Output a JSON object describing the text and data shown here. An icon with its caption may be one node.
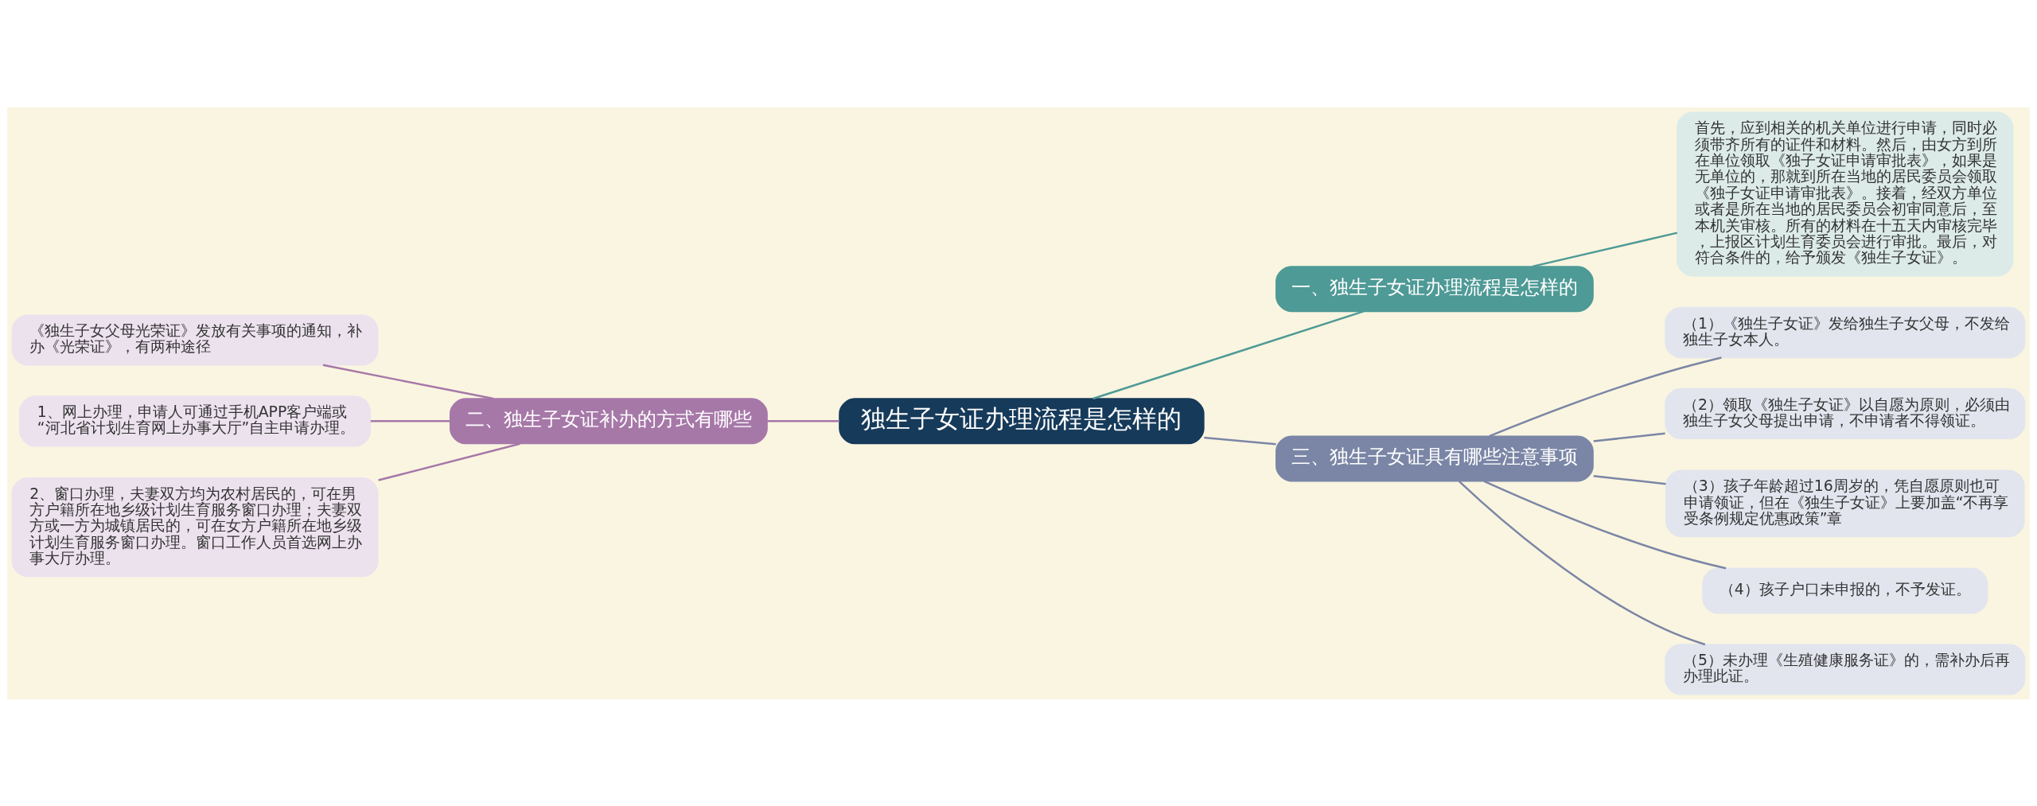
{
  "diagram": {
    "nodes": [
      {
        "text": [
          "独生子女证办理流程是怎样的"
        ]
      },
      {
        "text": [
          "一、独生子女证办理流程是怎样的"
        ]
      },
      {
        "text": [
          "首先，应到相关的机关单位进行申请，同时必须带齐所有的证件和材料。然后，由女方到所在单位领取《独子女证申请审批表》，如果是无单位的，那就到所在当地的居民委员会领取《独子女证申请审批表》。接着，经双方单位或者是所在当地的居民委员会初审同意后，至本机关审核。所有的材料在十五天内审核完毕，上报区计划生育委员会进行审批。最后，对符合条件的，给予颁发《独生子女证》。"
        ]
      },
      {
        "text": [
          "二、独生子女证补办的方式有哪些"
        ]
      },
      {
        "text": [
          "《独生子女父母光荣证》发放有关事项的通知，补办《光荣证》，有两种途径"
        ]
      },
      {
        "text": [
          "1、网上办理，申请人可通过手机APP客户端或“河北省计划生育网上办事大厅”自主申请办理。"
        ]
      },
      {
        "text": [
          "2、窗口办理，夫妻双方均为农村居民的，可在男方户籍所在地乡级计划生育服务窗口办理；夫妻双方或一方为城镇居民的，可在女方户籍所在地乡级计划生育服务窗口办理。窗口工作人员首选网上办事大厅办理。"
        ]
      },
      {
        "text": [
          "三、独生子女证具有哪些注意事项"
        ]
      },
      {
        "text": [
          "（1）《独生子女证》发给独生子女父母，不发给独生子女本人。"
        ]
      },
      {
        "text": [
          "（2）领取《独生子女证》以自愿为原则，必须由独生子女父母提出申请，不申请者不得领证。"
        ]
      },
      {
        "text": [
          "（3）孩子年龄超过16周岁的，凭自愿原则也可申请领证，但在《独生子女证》上要加盖“不再享受条例规定优惠政策”章"
        ]
      },
      {
        "text": [
          "（4）孩子户口未申报的，不予发证。"
        ]
      },
      {
        "text": [
          "（5）未办理《生殖健康服务证》的，需补办后再办理此证。"
        ]
      }
    ],
    "edges": [
      {
        "from": 0,
        "to": 1,
        "arrow": "none",
        "color": "#4e9a96"
      },
      {
        "from": 1,
        "to": 2,
        "arrow": "none",
        "color": "#4e9a96"
      },
      {
        "from": 0,
        "to": 3,
        "arrow": "none",
        "color": "#a678a8"
      },
      {
        "from": 3,
        "to": 4,
        "arrow": "none",
        "color": "#a678a8"
      },
      {
        "from": 3,
        "to": 5,
        "arrow": "none",
        "color": "#a678a8"
      },
      {
        "from": 3,
        "to": 6,
        "arrow": "none",
        "color": "#a678a8"
      },
      {
        "from": 0,
        "to": 7,
        "arrow": "none"
      },
      {
        "from": 7,
        "to": 8,
        "arrow": "none"
      },
      {
        "from": 7,
        "to": 9,
        "arrow": "none"
      },
      {
        "from": 7,
        "to": 10,
        "arrow": "none"
      },
      {
        "from": 7,
        "to": 11,
        "arrow": "none"
      },
      {
        "from": 7,
        "to": 12,
        "arrow": "none"
      }
    ]
  }
}
